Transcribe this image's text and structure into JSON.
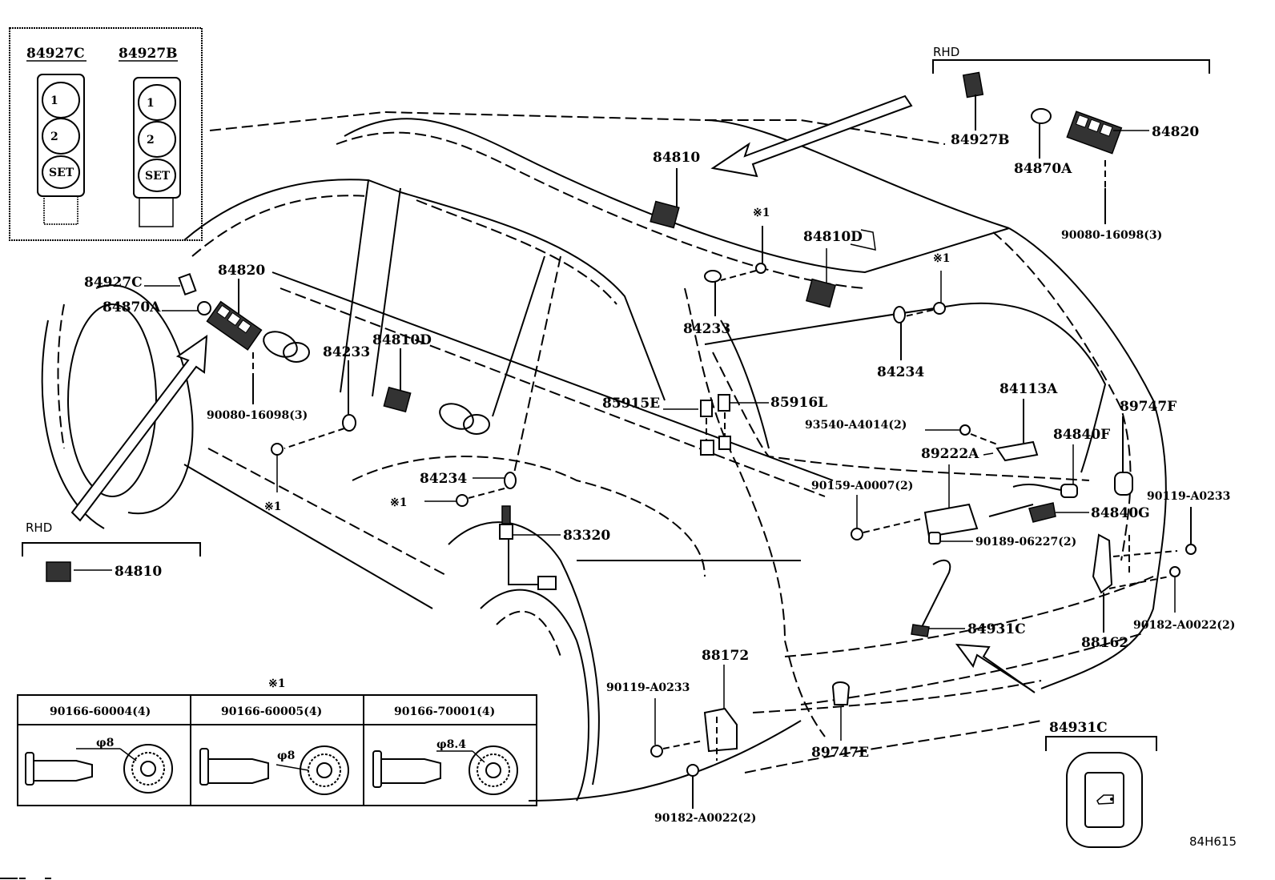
{
  "figure_code": "84H615",
  "note_symbol": "※1",
  "inset_top_left": {
    "parts": [
      {
        "part_no": "84927C",
        "buttons": [
          "1",
          "2",
          "SET"
        ]
      },
      {
        "part_no": "84927B",
        "buttons": [
          "1",
          "2",
          "SET"
        ]
      }
    ]
  },
  "rhd_top_right": {
    "heading": "RHD",
    "parts": [
      "84927B",
      "84870A",
      "84820",
      "90080-16098(3)"
    ]
  },
  "rhd_left": {
    "heading": "RHD",
    "parts": [
      "84810"
    ]
  },
  "main_labels": {
    "p84927C": "84927C",
    "p84820_left": "84820",
    "p84870A_left": "84870A",
    "p90080_left": "90080-16098(3)",
    "p84233_left": "84233",
    "p84810D_left": "84810D",
    "p84234_left": "84234",
    "p83320": "83320",
    "p84810_top": "84810",
    "p84810D_top": "84810D",
    "p84233_top": "84233",
    "p84234_top": "84234",
    "p85915E": "85915E",
    "p85916L": "85916L",
    "p93540": "93540-A4014(2)",
    "p84113A": "84113A",
    "p89222A": "89222A",
    "p84840F": "84840F",
    "p84840G": "84840G",
    "p89747F": "89747F",
    "p90159": "90159-A0007(2)",
    "p90189": "90189-06227(2)",
    "p90119_right": "90119-A0233",
    "p90182_right": "90182-A0022(2)",
    "p88162": "88162",
    "p84931C": "84931C",
    "p88172": "88172",
    "p90119_bottom": "90119-A0233",
    "p90182_bottom": "90182-A0022(2)",
    "p89747E": "89747E",
    "note1_a": "※1",
    "note1_b": "※1",
    "note1_c": "※1",
    "note1_d": "※1"
  },
  "clip_table": {
    "title": "※1",
    "columns": [
      {
        "part_no": "90166-60004(4)",
        "diameter": "φ8"
      },
      {
        "part_no": "90166-60005(4)",
        "diameter": "φ8"
      },
      {
        "part_no": "90166-70001(4)",
        "diameter": "φ8.4"
      }
    ]
  },
  "inset_bottom_right": {
    "part_no": "84931C",
    "icon": "back-door-icon"
  }
}
